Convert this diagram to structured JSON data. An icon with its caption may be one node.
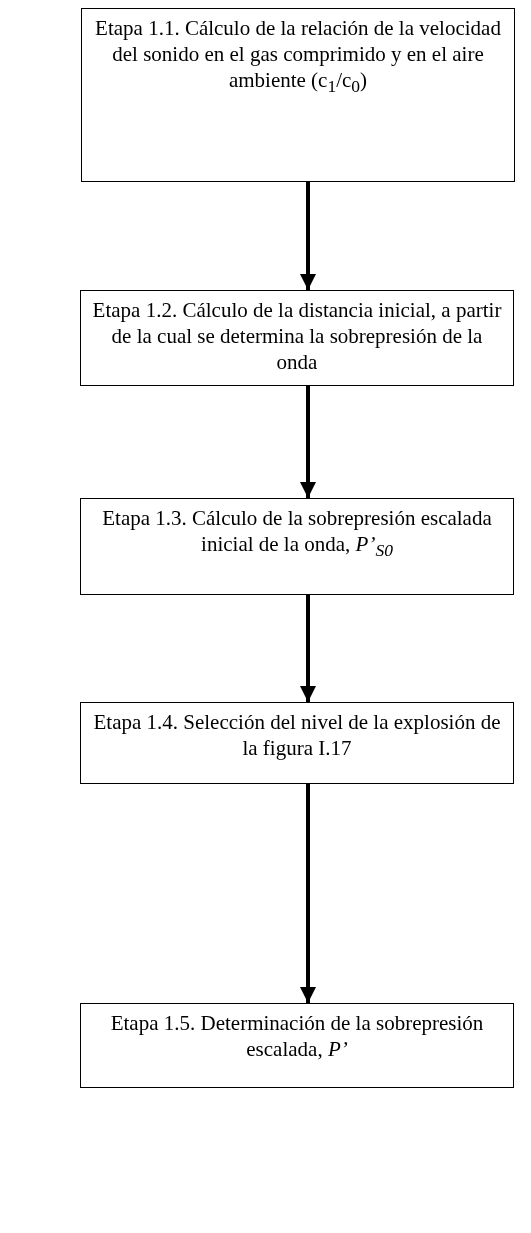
{
  "diagram": {
    "nodes": [
      {
        "text": [
          "Etapa 1.1. Cálculo de la relación de la velocidad del sonido en el gas comprimido y en el aire ambiente (c$_{1}$/c$_{0}$)"
        ]
      },
      {
        "text": [
          "Etapa 1.2. Cálculo de la distancia inicial, a partir de la cual se determina la sobrepresión de la onda"
        ]
      },
      {
        "text": [
          "Etapa 1.3. Cálculo de la sobrepresión escalada inicial de la onda, *P’$_{S0}$*"
        ]
      },
      {
        "text": [
          "Etapa 1.4. Selección del nivel de la explosión de la figura I.17"
        ]
      },
      {
        "text": [
          "Etapa 1.5. Determinación de la sobrepresión escalada, *P’*"
        ]
      }
    ],
    "edges": [
      {
        "from": 0,
        "to": 1,
        "arrow": "to"
      },
      {
        "from": 1,
        "to": 2,
        "arrow": "to"
      },
      {
        "from": 2,
        "to": 3,
        "arrow": "to"
      },
      {
        "from": 3,
        "to": 4,
        "arrow": "to"
      }
    ]
  }
}
